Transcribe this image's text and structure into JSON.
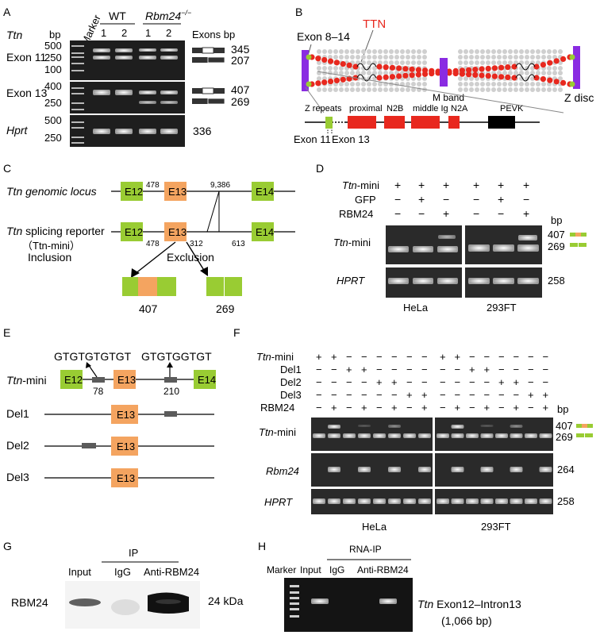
{
  "panels": {
    "A": {
      "letter": "A",
      "gene": "Ttn",
      "bp_header": "bp",
      "marker": "Marker",
      "wt": "WT",
      "ko_gene": "Rbm24",
      "ko_sup": "−/−",
      "lane_labels": [
        "1",
        "2",
        "1",
        "2"
      ],
      "exons_header": "Exons bp",
      "rows": [
        {
          "label": "Exon 11",
          "ticks": [
            "500",
            "250",
            "100"
          ],
          "sizes": [
            "345",
            "207"
          ]
        },
        {
          "label": "Exon 13",
          "ticks": [
            "400",
            "250"
          ],
          "sizes": [
            "407",
            "269"
          ]
        },
        {
          "label": "Hprt",
          "ticks": [
            "500",
            "250"
          ],
          "sizes": [
            "336"
          ]
        }
      ]
    },
    "B": {
      "letter": "B",
      "ttn_label": "TTN",
      "exon_8_14": "Exon 8–14",
      "m_band": "M band",
      "z_disc": "Z disc",
      "domains": [
        "Z repeats",
        "proximal",
        "N2B",
        "middle Ig",
        "N2A",
        "PEVK"
      ],
      "exon11": "Exon 11",
      "exon13": "Exon 13"
    },
    "C": {
      "letter": "C",
      "genomic_label": "Ttn genomic locus",
      "reporter_label": "Ttn splicing reporter",
      "reporter_sub": "（Ttn-mini）",
      "exons": [
        "E12",
        "E13",
        "E14"
      ],
      "genomic_nums": [
        "478",
        "9,386"
      ],
      "reporter_nums": [
        "478",
        "312",
        "613"
      ],
      "inclusion": "Inclusion",
      "exclusion": "Exclusion",
      "products": [
        "407",
        "269"
      ]
    },
    "D": {
      "letter": "D",
      "conditions": [
        "Ttn-mini",
        "GFP",
        "RBM24"
      ],
      "signs": [
        [
          "+",
          "+",
          "+",
          "+",
          "+",
          "+"
        ],
        [
          "−",
          "+",
          "−",
          "−",
          "+",
          "−"
        ],
        [
          "−",
          "−",
          "+",
          "−",
          "−",
          "+"
        ]
      ],
      "bp_header": "bp",
      "rows": [
        "Ttn-mini",
        "HPRT"
      ],
      "sizes_top": [
        "407",
        "269"
      ],
      "size_hprt": "258",
      "cells": [
        "HeLa",
        "293FT"
      ]
    },
    "E": {
      "letter": "E",
      "motifs": [
        "GTGTGTGTGT",
        "GTGTGGTGT"
      ],
      "positions": [
        "78",
        "210"
      ],
      "construct": "Ttn-mini",
      "exons": [
        "E12",
        "E13",
        "E14"
      ],
      "dels": [
        "Del1",
        "Del2",
        "Del3"
      ]
    },
    "F": {
      "letter": "F",
      "conditions": [
        "Ttn-mini",
        "Del1",
        "Del2",
        "Del3",
        "RBM24"
      ],
      "signs": [
        [
          "+",
          "+",
          "−",
          "−",
          "−",
          "−",
          "−",
          "−",
          "+",
          "+",
          "−",
          "−",
          "−",
          "−",
          "−",
          "−"
        ],
        [
          "−",
          "−",
          "+",
          "+",
          "−",
          "−",
          "−",
          "−",
          "−",
          "−",
          "+",
          "+",
          "−",
          "−",
          "−",
          "−"
        ],
        [
          "−",
          "−",
          "−",
          "−",
          "+",
          "+",
          "−",
          "−",
          "−",
          "−",
          "−",
          "−",
          "+",
          "+",
          "−",
          "−"
        ],
        [
          "−",
          "−",
          "−",
          "−",
          "−",
          "−",
          "+",
          "+",
          "−",
          "−",
          "−",
          "−",
          "−",
          "−",
          "+",
          "+"
        ],
        [
          "−",
          "+",
          "−",
          "+",
          "−",
          "+",
          "−",
          "+",
          "−",
          "+",
          "−",
          "+",
          "−",
          "+",
          "−",
          "+"
        ]
      ],
      "bp_header": "bp",
      "rows": [
        "Ttn-mini",
        "Rbm24",
        "HPRT"
      ],
      "sizes_top": [
        "407",
        "269"
      ],
      "size_rbm": "264",
      "size_hprt": "258",
      "cells": [
        "HeLa",
        "293FT"
      ]
    },
    "G": {
      "letter": "G",
      "ip": "IP",
      "lanes": [
        "Input",
        "IgG",
        "Anti-RBM24"
      ],
      "row": "RBM24",
      "size": "24 kDa"
    },
    "H": {
      "letter": "H",
      "rnaip": "RNA-IP",
      "lanes": [
        "Marker",
        "Input",
        "IgG",
        "Anti-RBM24"
      ],
      "target": "Ttn Exon12–Intron13",
      "size": "(1,066 bp)"
    }
  },
  "colors": {
    "green": "#99cc33",
    "orange": "#f4a460",
    "red": "#e8281e",
    "purple": "#8a2be2",
    "gel": "#1e1e1e"
  }
}
